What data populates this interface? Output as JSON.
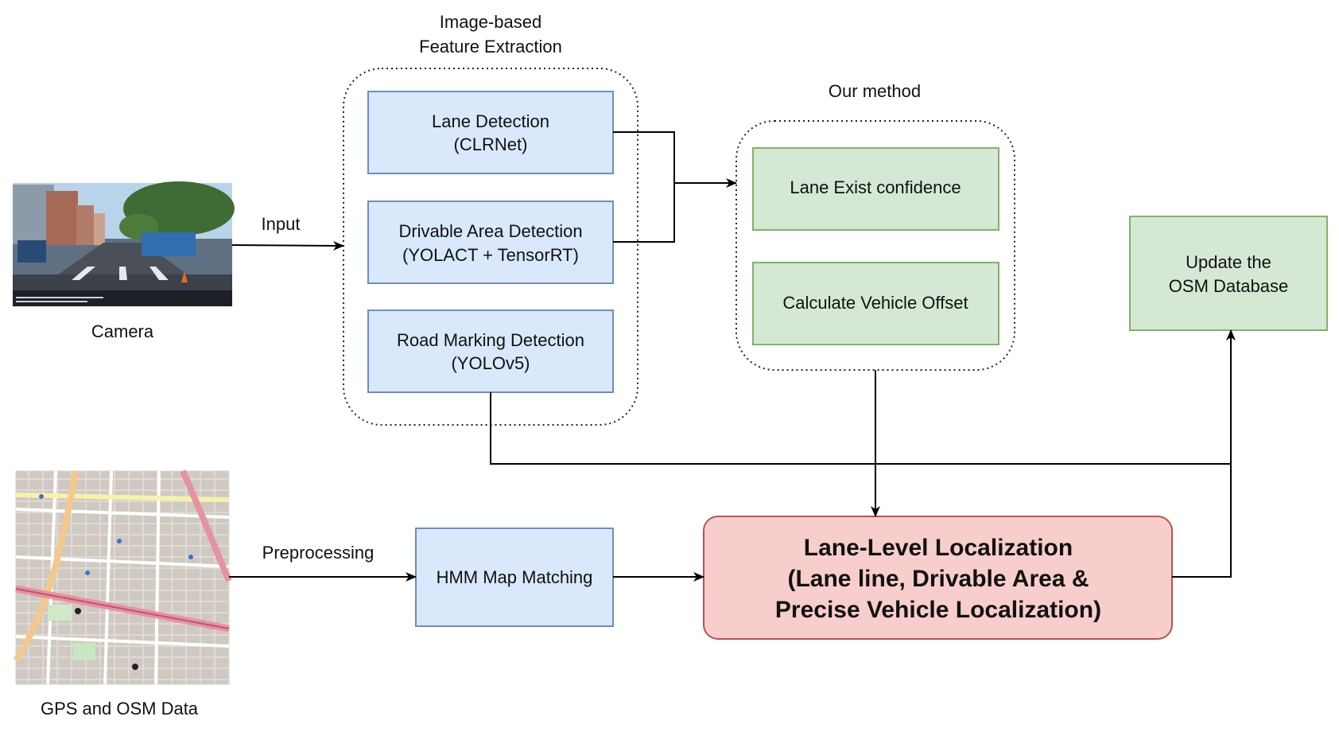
{
  "inputs": {
    "camera_label": "Camera",
    "map_label": "GPS and OSM Data"
  },
  "edges": {
    "input_label": "Input",
    "preprocessing_label": "Preprocessing"
  },
  "feature_group": {
    "title_line1": "Image-based",
    "title_line2": "Feature Extraction",
    "lane": {
      "line1": "Lane Detection",
      "line2": "(CLRNet)"
    },
    "drivable": {
      "line1": "Drivable Area Detection",
      "line2": "(YOLACT + TensorRT)"
    },
    "road_marking": {
      "line1": "Road Marking Detection",
      "line2": "(YOLOv5)"
    }
  },
  "method_group": {
    "title": "Our method",
    "lane_exist": "Lane Exist confidence",
    "vehicle_offset": "Calculate Vehicle Offset"
  },
  "hmm": {
    "label": "HMM Map Matching"
  },
  "localization": {
    "line1": "Lane-Level Localization",
    "line2": "(Lane line, Drivable Area &",
    "line3": "Precise Vehicle Localization)"
  },
  "update": {
    "line1": "Update the",
    "line2": "OSM Database"
  },
  "colors": {
    "blue_fill": "#dae8fc",
    "blue_stroke": "#6c8ebf",
    "green_fill": "#d5e8d4",
    "green_stroke": "#82b366",
    "red_fill": "#f8cecc",
    "red_stroke": "#b85450"
  }
}
